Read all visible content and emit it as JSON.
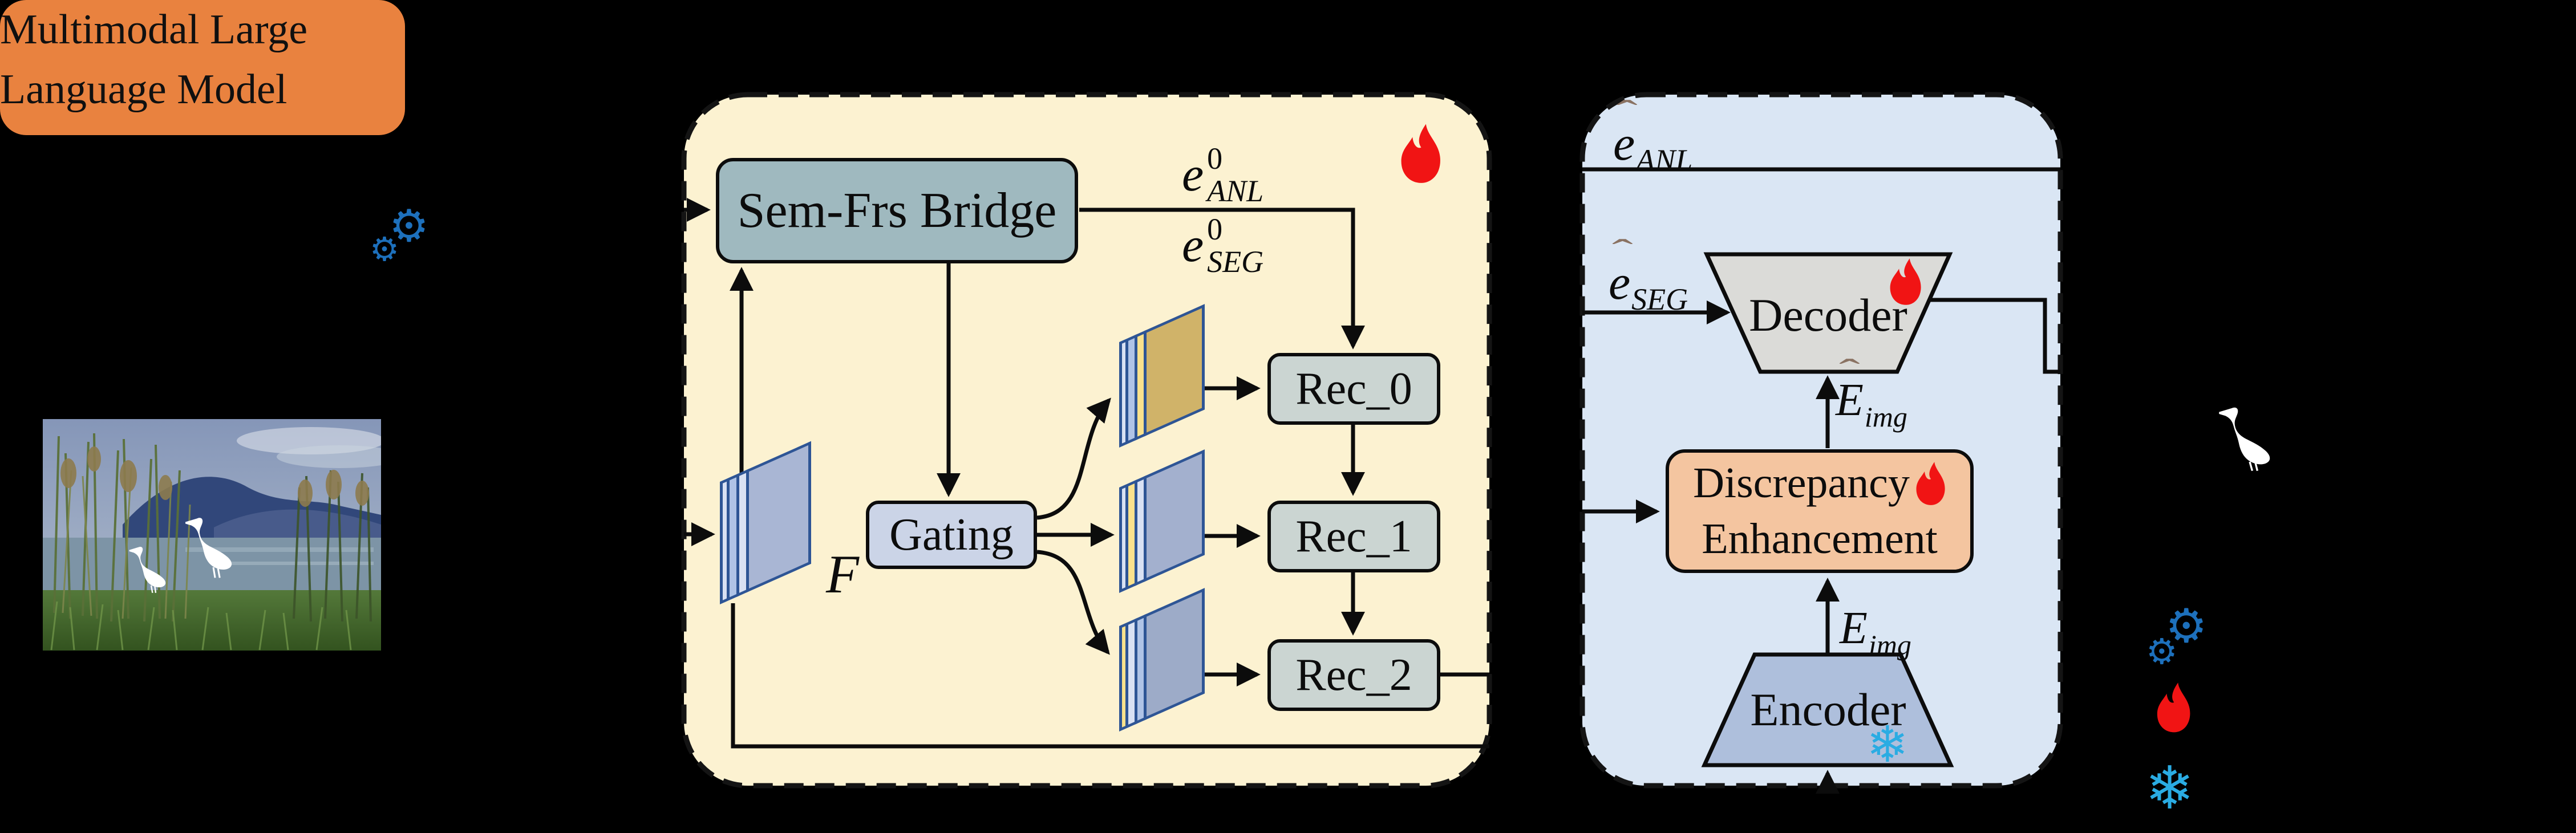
{
  "mllm": {
    "line1": "Multimodal Large",
    "line2": "Language Model"
  },
  "yellow_module": {
    "bridge_label": "Sem-Frs Bridge",
    "gating_label": "Gating",
    "recs": [
      "Rec_0",
      "Rec_1",
      "Rec_2"
    ],
    "feature_label": "F",
    "e_anl": {
      "base": "e",
      "sup": "0",
      "sub": "ANL"
    },
    "e_seg": {
      "base": "e",
      "sup": "0",
      "sub": "SEG"
    }
  },
  "blue_module": {
    "e_anl_hat": {
      "hat": "ˆ",
      "base": "e",
      "sub": "ANL"
    },
    "e_seg_hat": {
      "hat": "ˆ",
      "base": "e",
      "sub": "SEG"
    },
    "decoder_label": "Decoder",
    "discrepancy_line1": "Discrepancy",
    "discrepancy_line2": "Enhancement",
    "e_img_hat": {
      "hat": "ˆ",
      "base": "E",
      "sub": "img"
    },
    "e_img": {
      "base": "E",
      "sub": "img"
    },
    "encoder_label": "Encoder"
  },
  "icons": {
    "gear": "⚙",
    "snowflake": "❄",
    "gear_name": "gear-icon (tuned module)",
    "flame_name": "flame-icon (trainable)",
    "snowflake_name": "snowflake-icon (frozen)",
    "bird_mask_name": "egret segmentation mask"
  },
  "colors": {
    "background": "#000000",
    "mllm_orange": "#E9823F",
    "yellow_panel": "#FCF2D1",
    "blue_panel": "#DAE6F4",
    "bridge_teal": "#9FB9BF",
    "gating_fill": "#CBD4E7",
    "rec_fill": "#CBD5D2",
    "decoder_gray": "#DBDBD8",
    "discrepancy_salmon": "#F4C5A0",
    "encoder_blue": "#AEBFDC",
    "flame_red": "#F11414",
    "snowflake_cyan": "#2AACE3",
    "gear_blue": "#1D70BC",
    "stack_border_blue": "#2E5595",
    "stack_layer_light": "#D9E1F3",
    "stack_layer_mid": "#AFC3E6",
    "stack_layer_yellow": "#FAE18C",
    "stack_face_tan": "#D0B369",
    "hat_brown": "#8A7262",
    "line_black": "#0c0c0c"
  }
}
